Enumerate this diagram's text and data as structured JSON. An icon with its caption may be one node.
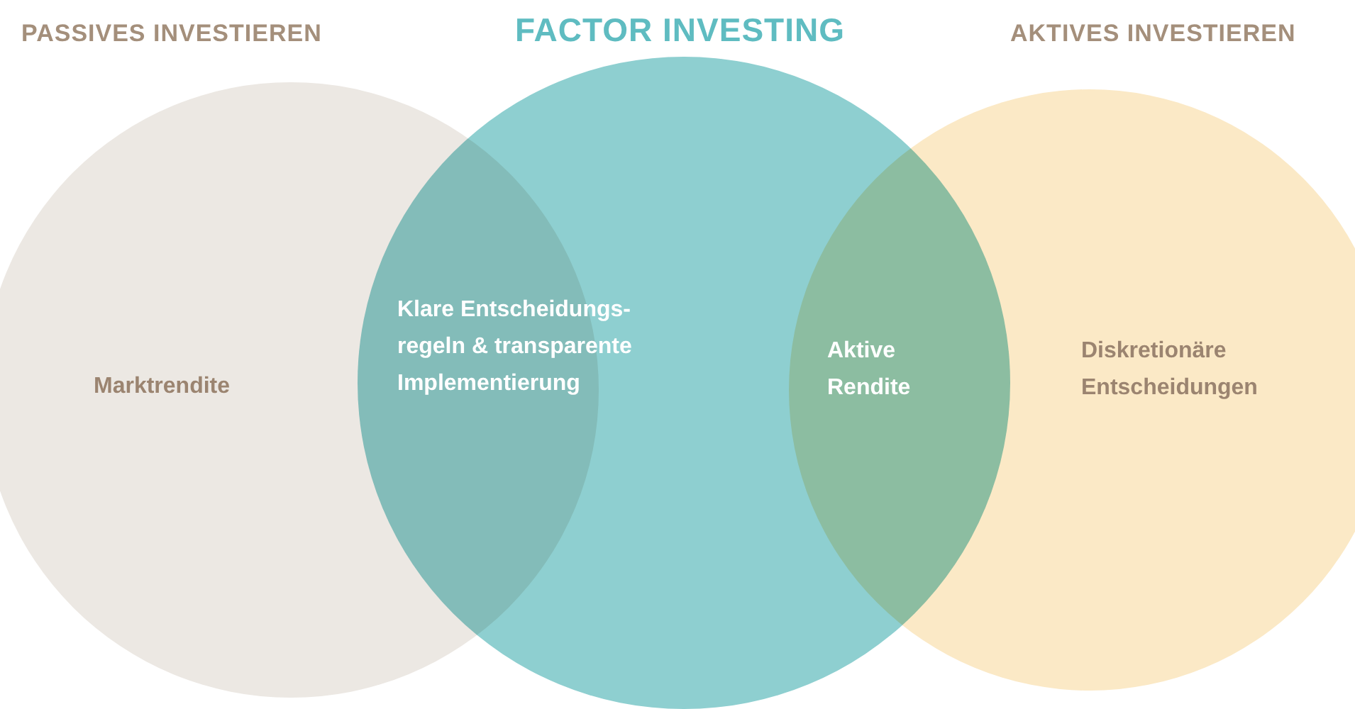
{
  "diagram": {
    "nodes": [
      {
        "text": [
          "PASSIVES INVESTIEREN",
          "Marktrendite"
        ]
      },
      {
        "text": [
          "FACTOR INVESTING"
        ]
      },
      {
        "text": [
          "AKTIVES INVESTIEREN",
          "Diskretionäre Entscheidungen"
        ]
      }
    ],
    "labels": [
      "Klare Entscheidungs- regeln & transparente Implementierung",
      "Aktive Rendite"
    ]
  }
}
